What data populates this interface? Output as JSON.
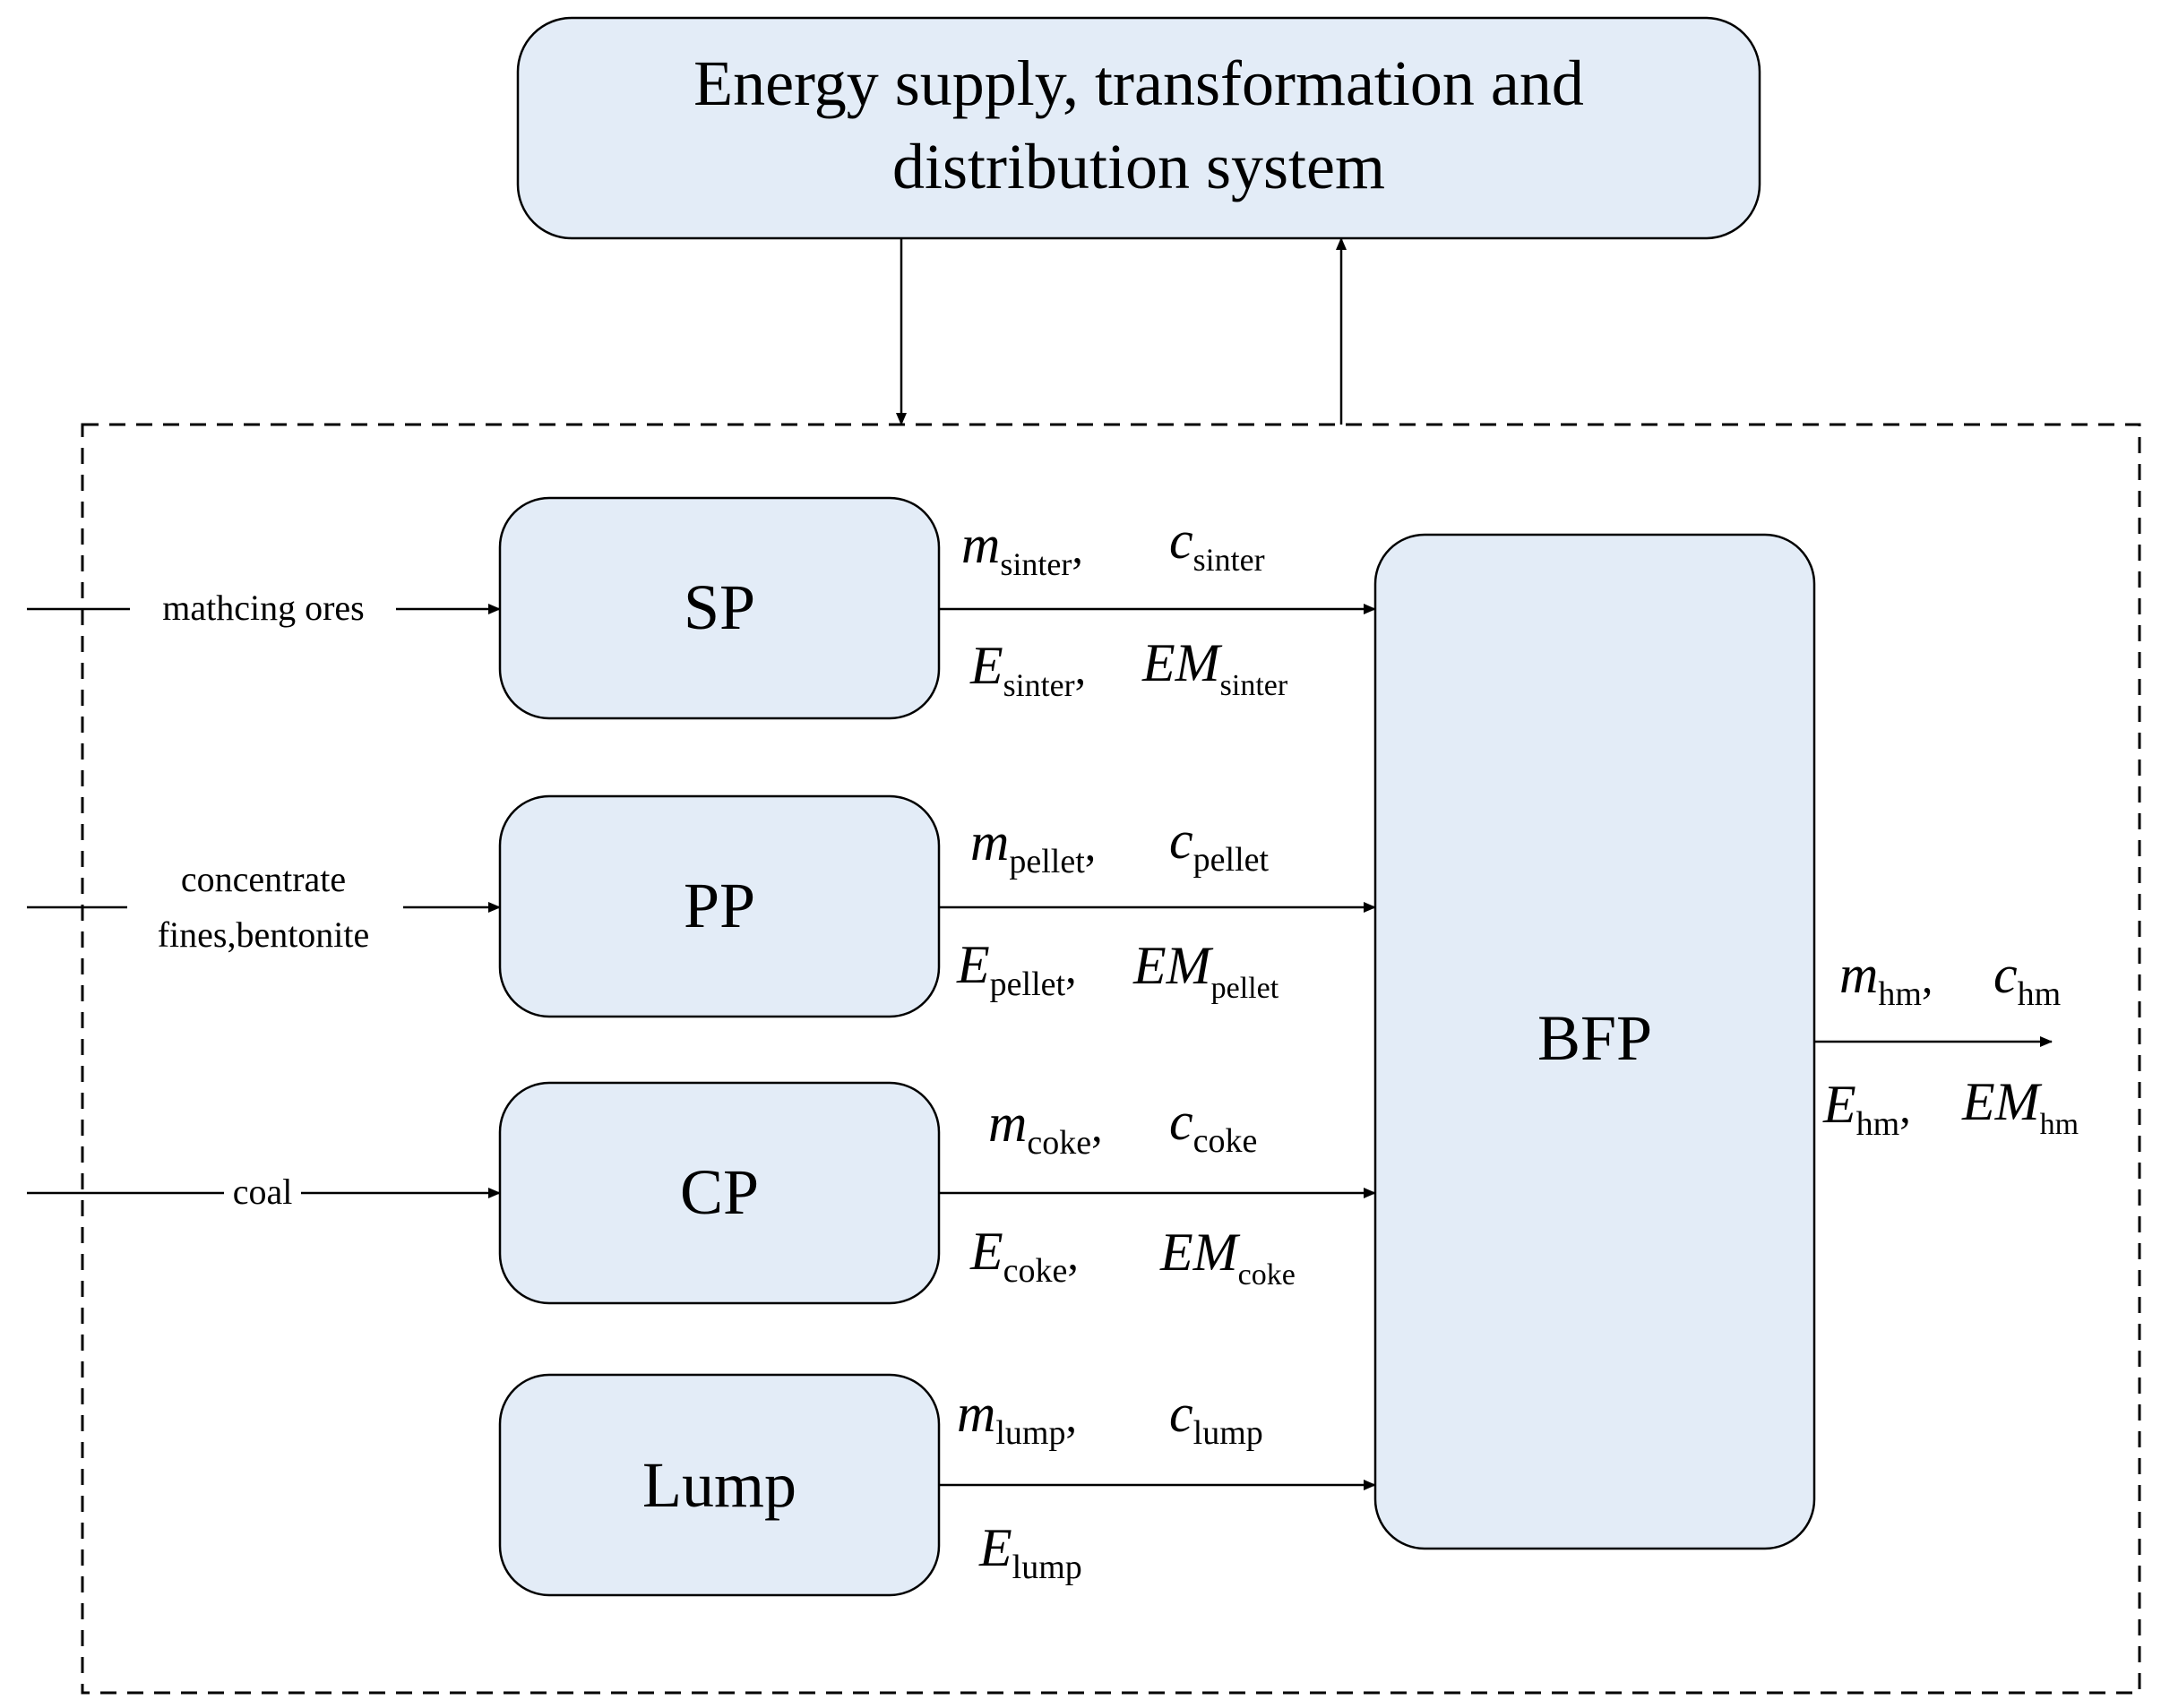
{
  "colors": {
    "box_fill": "#E3ECF7",
    "stroke": "#000000",
    "background": "#FFFFFF"
  },
  "energy_system": {
    "line1": "Energy supply, transformation and",
    "line2": "distribution system"
  },
  "processes": {
    "sp": "SP",
    "pp": "PP",
    "cp": "CP",
    "lump": "Lump",
    "bfp": "BFP"
  },
  "inputs": {
    "sp": "mathcing ores",
    "pp_line1": "concentrate",
    "pp_line2": "fines,bentonite",
    "cp": "coal"
  },
  "flows": {
    "sinter": {
      "m": "m",
      "m_sub": "sinter",
      "c": "c",
      "c_sub": "sinter",
      "e": "E",
      "e_sub": "sinter",
      "em": "EM",
      "em_sub": "sinter"
    },
    "pellet": {
      "m": "m",
      "m_sub": "pellet",
      "c": "c",
      "c_sub": "pellet",
      "e": "E",
      "e_sub": "pellet",
      "em": "EM",
      "em_sub": "pellet"
    },
    "coke": {
      "m": "m",
      "m_sub": "coke",
      "c": "c",
      "c_sub": "coke",
      "e": "E",
      "e_sub": "coke",
      "em": "EM",
      "em_sub": "coke"
    },
    "lump": {
      "m": "m",
      "m_sub": "lump",
      "c": "c",
      "c_sub": "lump",
      "e": "E",
      "e_sub": "lump"
    },
    "hm": {
      "m": "m",
      "m_sub": "hm",
      "c": "c",
      "c_sub": "hm",
      "e": "E",
      "e_sub": "hm",
      "em": "EM",
      "em_sub": "hm"
    }
  },
  "separator": ","
}
